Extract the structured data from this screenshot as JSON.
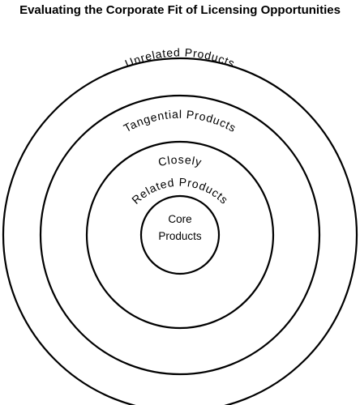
{
  "title": "Evaluating the Corporate Fit of Licensing Opportunities",
  "rings": {
    "outer": "Unrelated Products",
    "second": "Tangential Products",
    "third_line1": "Closely",
    "third_line2": "Related Products",
    "core_line1": "Core",
    "core_line2": "Products"
  },
  "colors": {
    "line": "#000000",
    "text": "#000000",
    "background": "#ffffff"
  }
}
